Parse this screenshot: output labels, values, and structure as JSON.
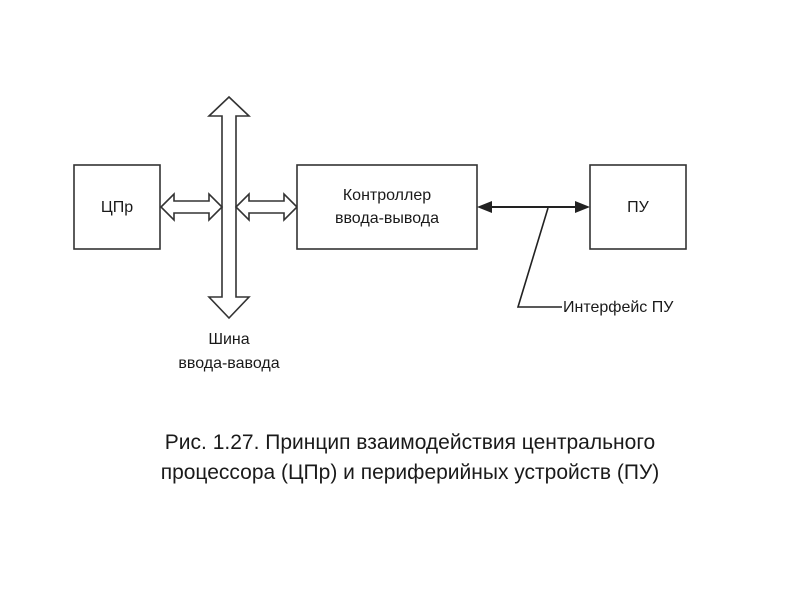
{
  "diagram": {
    "cpu_label": "ЦПр",
    "controller_label_line1": "Контроллер",
    "controller_label_line2": "ввода-вывода",
    "device_label": "ПУ",
    "interface_label": "Интерфейс ПУ",
    "bus_label_line1": "Шина",
    "bus_label_line2": "ввода-вавода"
  },
  "caption": {
    "line1": "Рис. 1.27. Принцип взаимодействия центрального",
    "line2": "процессора (ЦПр) и периферийных устройств (ПУ)"
  }
}
